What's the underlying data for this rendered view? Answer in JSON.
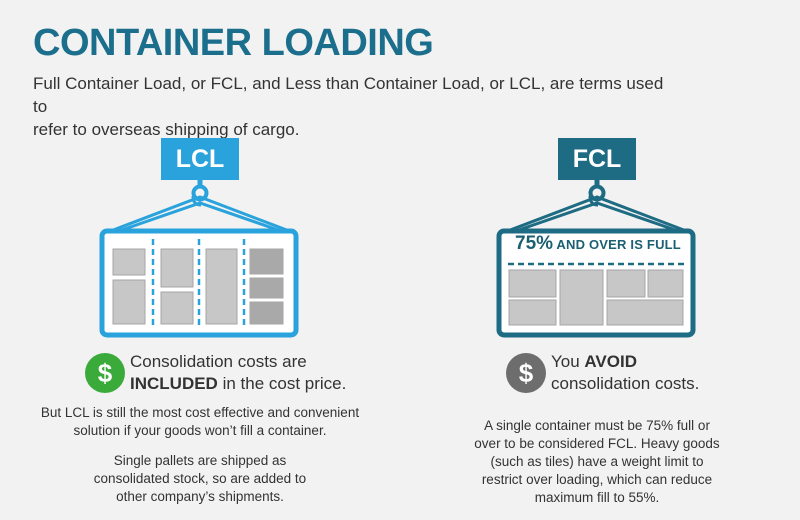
{
  "title": "CONTAINER LOADING",
  "intro": {
    "line1": "Full Container Load, or FCL, and Less than Container Load, or LCL, are terms used to",
    "line2": "refer to overseas shipping of cargo."
  },
  "lcl": {
    "label": "LCL",
    "color": "#2aa3dc",
    "coin_symbol": "$",
    "coin_color": "#3aab3a",
    "heading_line1": "Consolidation costs are",
    "heading_bold": "INCLUDED",
    "heading_rest": " in the cost price.",
    "note1_line1": "But LCL is still the most cost effective and convenient",
    "note1_line2": "solution if your goods won’t fill a container.",
    "note2_line1": "Single pallets are shipped as",
    "note2_line2": "consolidated stock, so are added to",
    "note2_line3": "other company’s shipments."
  },
  "fcl": {
    "label": "FCL",
    "color": "#1e6b84",
    "banner_pct": "75%",
    "banner_rest": " AND OVER IS FULL",
    "coin_symbol": "$",
    "coin_color": "#6d6d6d",
    "heading_pre": "You ",
    "heading_bold": "AVOID",
    "heading_line2": "consolidation costs.",
    "note_line1": "A single container must be 75% full or",
    "note_line2": "over to be considered FCL. Heavy goods",
    "note_line3": "(such as tiles) have a weight limit to",
    "note_line4": "restrict over loading, which can reduce",
    "note_line5": "maximum fill to 55%."
  }
}
